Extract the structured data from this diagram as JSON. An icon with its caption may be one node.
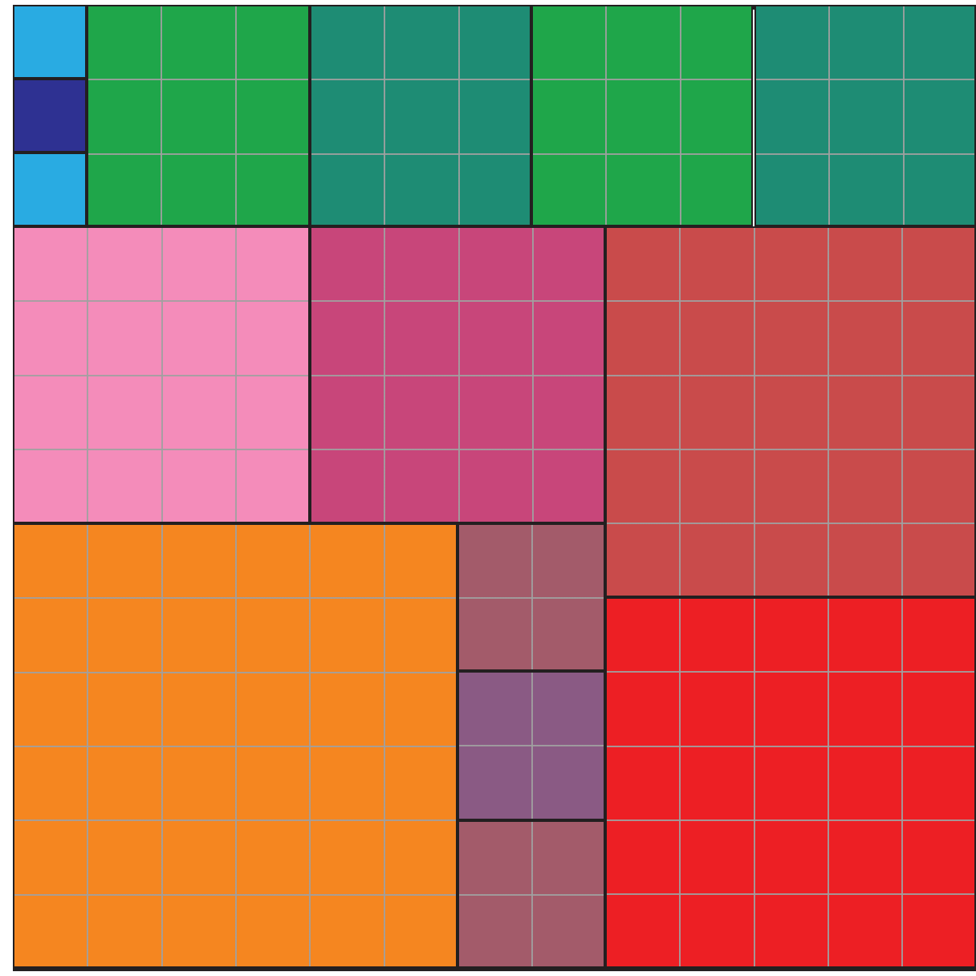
{
  "diagram": {
    "nodes": [
      {
        "text": [],
        "shape": "box"
      },
      {
        "text": [],
        "shape": "box"
      },
      {
        "text": [],
        "shape": "box"
      },
      {
        "text": [],
        "shape": "box"
      },
      {
        "text": [],
        "shape": "box"
      },
      {
        "text": [],
        "shape": "box"
      },
      {
        "text": [],
        "shape": "box"
      },
      {
        "text": [],
        "shape": "box"
      },
      {
        "text": [],
        "shape": "box"
      },
      {
        "text": [],
        "shape": "box"
      },
      {
        "text": [],
        "shape": "box"
      },
      {
        "text": [],
        "shape": "box"
      },
      {
        "text": [],
        "shape": "box"
      },
      {
        "text": [],
        "shape": "box"
      },
      {
        "text": [],
        "shape": "box"
      }
    ]
  }
}
